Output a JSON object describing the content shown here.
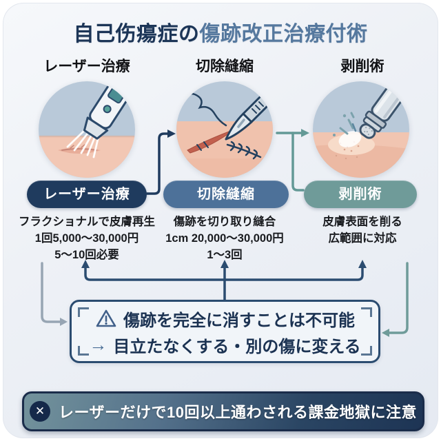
{
  "title": {
    "text_primary": "自己伤瘍症の",
    "text_secondary": "傷跡改正治療付術"
  },
  "columns": [
    {
      "header": "レーザー治療",
      "pill_label": "レーザー治療",
      "pill_color": "#1f3b5e",
      "icon": "laser-handpiece-icon",
      "description_lines": [
        "フラクショナルで皮膚再生",
        "1回5,000〜30,000円",
        "5〜10回必要"
      ]
    },
    {
      "header": "切除縫縮",
      "pill_label": "切除縫縮",
      "pill_color": "#4d7199",
      "icon": "scalpel-suture-icon",
      "description_lines": [
        "傷跡を切り取り縫合",
        "1cm 20,000〜30,000円",
        "1〜3回"
      ]
    },
    {
      "header": "剥削術",
      "pill_label": "剥削術",
      "pill_color": "#6f9b99",
      "icon": "dermabrasion-tool-icon",
      "description_lines": [
        "皮膚表面を削る",
        "広範囲に対応"
      ]
    }
  ],
  "warning_box": {
    "icon": "warning-triangle-icon",
    "line1": "傷跡を完全に消すことは不可能",
    "arrow_glyph": "→",
    "line2": "目立たなくする・別の傷に変える"
  },
  "bottom_bar": {
    "icon_glyph": "✕",
    "text": "レーザーだけで10回以上通わされる課金地獄に注意"
  },
  "colors": {
    "navy": "#1f3b5e",
    "steel_blue": "#4d7199",
    "teal": "#6f9b99",
    "title_primary": "#1c3557",
    "title_secondary": "#55789e",
    "connector_gray": "#97a5b3",
    "warning_border": "#2b4c70",
    "bottom_border": "#1a2c4a",
    "sky": "#b9c9d9",
    "skin": "#f2c7b4"
  }
}
